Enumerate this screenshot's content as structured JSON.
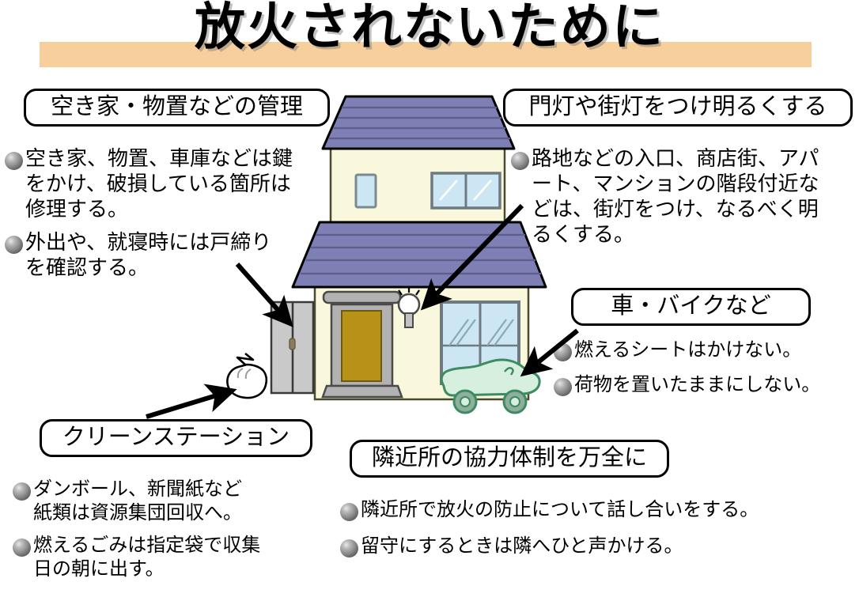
{
  "header": {
    "title": "放火されないために",
    "band_color": "#f7cf9c"
  },
  "sections": [
    {
      "id": "vacant-house",
      "heading": "空き家・物置などの管理",
      "bullets": [
        "空き家、物置、車庫などは鍵\nをかけ、破損している箇所は\n修理する。",
        "外出や、就寝時には戸締り\nを確認する。"
      ]
    },
    {
      "id": "lighting",
      "heading": "門灯や街灯をつけ明るくする",
      "bullets": [
        "路地などの入口、商店街、アパ\nート、マンションの階段付近な\nどは、街灯をつけ、なるべく明\nるくする。"
      ]
    },
    {
      "id": "vehicles",
      "heading": "車・バイクなど",
      "bullets": [
        "燃えるシートはかけない。",
        "荷物を置いたままにしない。"
      ]
    },
    {
      "id": "clean-station",
      "heading": "クリーンステーション",
      "bullets": [
        "ダンボール、新聞紙など\n紙類は資源集団回収へ。",
        "燃えるごみは指定袋で収集\n日の朝に出す。"
      ]
    },
    {
      "id": "neighborhood",
      "heading": "隣近所の協力体制を万全に",
      "bullets": [
        "隣近所で放火の防止について話し合いをする。",
        "留守にするときは隣へひと声かける。"
      ]
    }
  ],
  "illustration": {
    "name": "house-illustration",
    "parts": [
      "upper-roof",
      "upper-wall",
      "small-window",
      "double-window",
      "lower-roof",
      "lower-wall",
      "entrance-door",
      "porch-canopy",
      "porch-step",
      "porch-lamp",
      "sliding-glass-door",
      "storage-shed",
      "garbage-bag",
      "covered-car"
    ],
    "colors": {
      "roof": "#7e7fb4",
      "roof_line": "#5d5e8c",
      "wall": "#f9f7dc",
      "wall_outline": "#4a4a2e",
      "window_glass": "#cde6f3",
      "window_frame": "#7c8a90",
      "door": "#b79217",
      "shed": "#c9c9c9",
      "car_cover": "#d6efdf",
      "car_cover_outline": "#3d8b60",
      "lamp": "#ffffff",
      "outline": "#000000"
    }
  },
  "arrows": [
    {
      "name": "arrow-to-shed",
      "from": "空き家・物置などの管理",
      "to": "storage-shed"
    },
    {
      "name": "arrow-to-garbage-bag",
      "from": "クリーンステーション",
      "to": "garbage-bag"
    },
    {
      "name": "arrow-to-porch-lamp",
      "from": "門灯や街灯をつけ明るくする",
      "to": "porch-lamp"
    },
    {
      "name": "arrow-to-covered-car",
      "from": "車・バイクなど",
      "to": "covered-car"
    }
  ]
}
